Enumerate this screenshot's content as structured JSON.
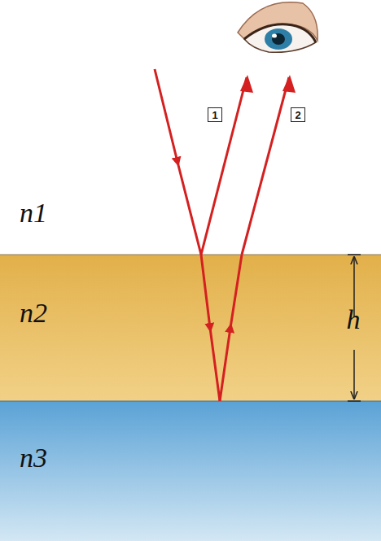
{
  "diagram": {
    "nodes": [
      {
        "text": [
          "1"
        ]
      },
      {
        "text": [
          "2"
        ]
      },
      {
        "text": [
          "n2",
          "h"
        ]
      },
      {
        "text": [
          "n3"
        ]
      }
    ],
    "labels": [
      "n1"
    ]
  }
}
